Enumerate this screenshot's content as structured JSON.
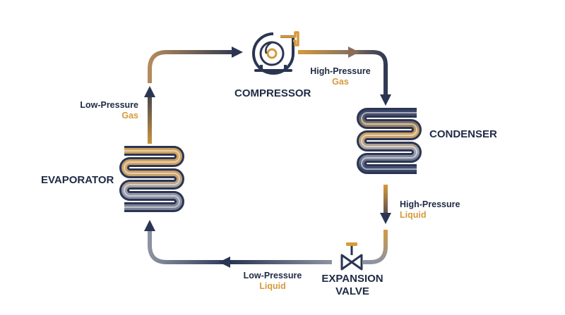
{
  "components": {
    "compressor": {
      "label": "COMPRESSOR"
    },
    "condenser": {
      "label": "CONDENSER"
    },
    "expansion_valve": {
      "label_line1": "EXPANSION",
      "label_line2": "VALVE"
    },
    "evaporator": {
      "label": "EVAPORATOR"
    }
  },
  "states": {
    "after_compressor": {
      "line1": "High-Pressure",
      "line2": "Gas"
    },
    "after_condenser": {
      "line1": "High-Pressure",
      "line2": "Liquid"
    },
    "after_valve": {
      "line1": "Low-Pressure",
      "line2": "Liquid"
    },
    "after_evaporator": {
      "line1": "Low-Pressure",
      "line2": "Gas"
    }
  },
  "colors": {
    "navy": "#2b3553",
    "gold": "#d69a3c",
    "gray": "#8e93a3",
    "coil_navy": "#3a4668",
    "coil_gold": "#d1a25c",
    "coil_gray": "#9a9fae"
  },
  "icons": {
    "compressor": "compressor-icon",
    "condenser": "condenser-coil-icon",
    "expansion_valve": "expansion-valve-icon",
    "evaporator": "evaporator-coil-icon"
  }
}
